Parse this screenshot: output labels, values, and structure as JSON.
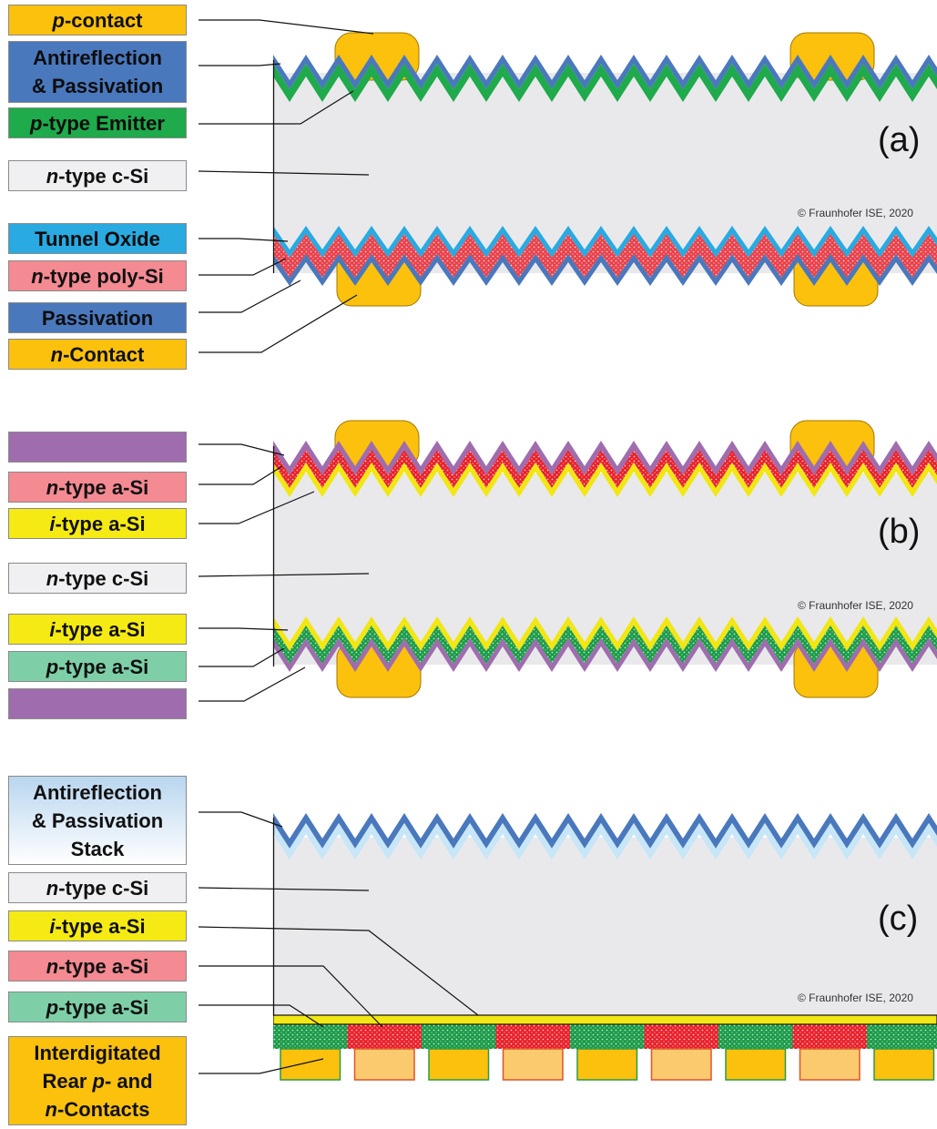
{
  "copyright": "© Fraunhofer ISE, 2020",
  "panels": [
    {
      "letter": "(a)",
      "labels": [
        {
          "prefix": "p",
          "rest": "-contact",
          "fill": "#fcc10d"
        },
        {
          "prefix": "",
          "rest": "Antireflection\n& Passivation",
          "fill": "#4a78bd"
        },
        {
          "prefix": "p",
          "rest": "-type Emitter",
          "fill": "#1faa4b"
        },
        {
          "prefix": "n",
          "rest": "-type c-Si",
          "fill": "#f0f0f2"
        },
        {
          "prefix": "",
          "rest": "Tunnel Oxide",
          "fill": "#29aae1"
        },
        {
          "prefix": "n",
          "rest": "-type poly-Si",
          "fill": "#f48a92"
        },
        {
          "prefix": "",
          "rest": "Passivation",
          "fill": "#4a78bd"
        },
        {
          "prefix": "n",
          "rest": "-Contact",
          "fill": "#fcc10d"
        }
      ]
    },
    {
      "letter": "(b)",
      "labels": [
        {
          "prefix": "",
          "rest": "",
          "fill": "#9f6dae"
        },
        {
          "prefix": "n",
          "rest": "-type a-Si",
          "fill": "#f48a92"
        },
        {
          "prefix": "i",
          "rest": "-type a-Si",
          "fill": "#f5ea14"
        },
        {
          "prefix": "n",
          "rest": "-type c-Si",
          "fill": "#f0f0f2"
        },
        {
          "prefix": "i",
          "rest": "-type a-Si",
          "fill": "#f5ea14"
        },
        {
          "prefix": "p",
          "rest": "-type a-Si",
          "fill": "#7ecfa8"
        },
        {
          "prefix": "",
          "rest": "",
          "fill": "#9f6dae"
        }
      ]
    },
    {
      "letter": "(c)",
      "labels": [
        {
          "prefix": "",
          "rest": "Antireflection\n& Passivation\nStack",
          "fill": "gradient"
        },
        {
          "prefix": "n",
          "rest": "-type c-Si",
          "fill": "#f0f0f2"
        },
        {
          "prefix": "i",
          "rest": "-type a-Si",
          "fill": "#f5ea14"
        },
        {
          "prefix": "n",
          "rest": "-type a-Si",
          "fill": "#f48a92"
        },
        {
          "prefix": "p",
          "rest": "-type a-Si",
          "fill": "#7ecfa8"
        },
        {
          "prefix": "",
          "rest": "Interdigitated\nRear p- and\nn-Contacts",
          "fill": "#fcc10d"
        }
      ]
    }
  ],
  "colors": {
    "silicon": "#e9e9ec",
    "blue_layer": "#4a78bd",
    "green_emitter": "#1faa4b",
    "tunnel_oxide": "#29aae1",
    "poly_red": "#e8404a",
    "contact_yellow": "#fcc10d",
    "purple_tco": "#9f6dae",
    "red_asi": "#e8202a",
    "yellow_asi": "#f2e614",
    "green_asi": "#1a9a48",
    "light_blue": "#c7e6f7",
    "contact_light": "#fcca6e"
  }
}
